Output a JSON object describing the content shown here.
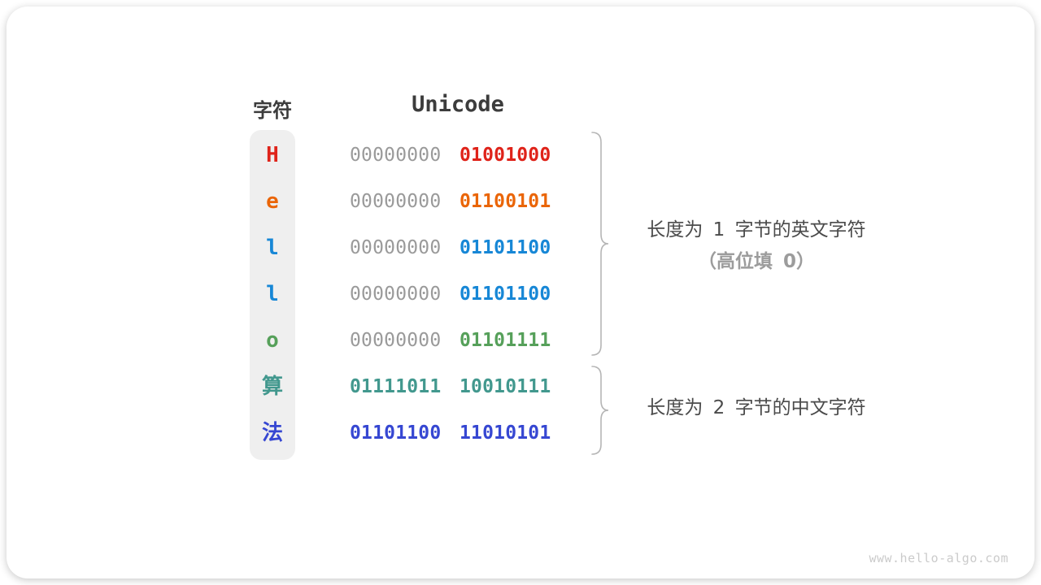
{
  "header": {
    "character_label": "字符",
    "unicode_label": "Unicode"
  },
  "table": {
    "rows": [
      {
        "char": "H",
        "color": "#df231a",
        "byte1": "00000000",
        "byte1_color": "#9a9a9a",
        "byte1_bold": false,
        "byte2": "01001000",
        "byte2_color": "#df231a"
      },
      {
        "char": "e",
        "color": "#ea6507",
        "byte1": "00000000",
        "byte1_color": "#9a9a9a",
        "byte1_bold": false,
        "byte2": "01100101",
        "byte2_color": "#ea6507"
      },
      {
        "char": "l",
        "color": "#1787d6",
        "byte1": "00000000",
        "byte1_color": "#9a9a9a",
        "byte1_bold": false,
        "byte2": "01101100",
        "byte2_color": "#1787d6"
      },
      {
        "char": "l",
        "color": "#1787d6",
        "byte1": "00000000",
        "byte1_color": "#9a9a9a",
        "byte1_bold": false,
        "byte2": "01101100",
        "byte2_color": "#1787d6"
      },
      {
        "char": "o",
        "color": "#56a05a",
        "byte1": "00000000",
        "byte1_color": "#9a9a9a",
        "byte1_bold": false,
        "byte2": "01101111",
        "byte2_color": "#56a05a"
      },
      {
        "char": "算",
        "color": "#42988e",
        "byte1": "01111011",
        "byte1_color": "#42988e",
        "byte1_bold": true,
        "byte2": "10010111",
        "byte2_color": "#42988e"
      },
      {
        "char": "法",
        "color": "#3647d2",
        "byte1": "01101100",
        "byte1_color": "#3647d2",
        "byte1_bold": true,
        "byte2": "11010101",
        "byte2_color": "#3647d2"
      }
    ]
  },
  "annotations": [
    {
      "line1": "长度为 1 字节的英文字符",
      "line2": "（高位填 0）"
    },
    {
      "line1": "长度为 2 字节的中文字符"
    }
  ],
  "watermark": "www.hello-algo.com",
  "colors": {
    "card_background": "#ffffff",
    "column_background": "#efefef",
    "header_text": "#3c3c3c",
    "leading_byte_gray": "#9a9a9a",
    "annotation_text": "#4b4b4b",
    "annotation_muted": "#9c9c9c",
    "brace_stroke": "#b5b5b5",
    "watermark_text": "#cbcbcb"
  }
}
